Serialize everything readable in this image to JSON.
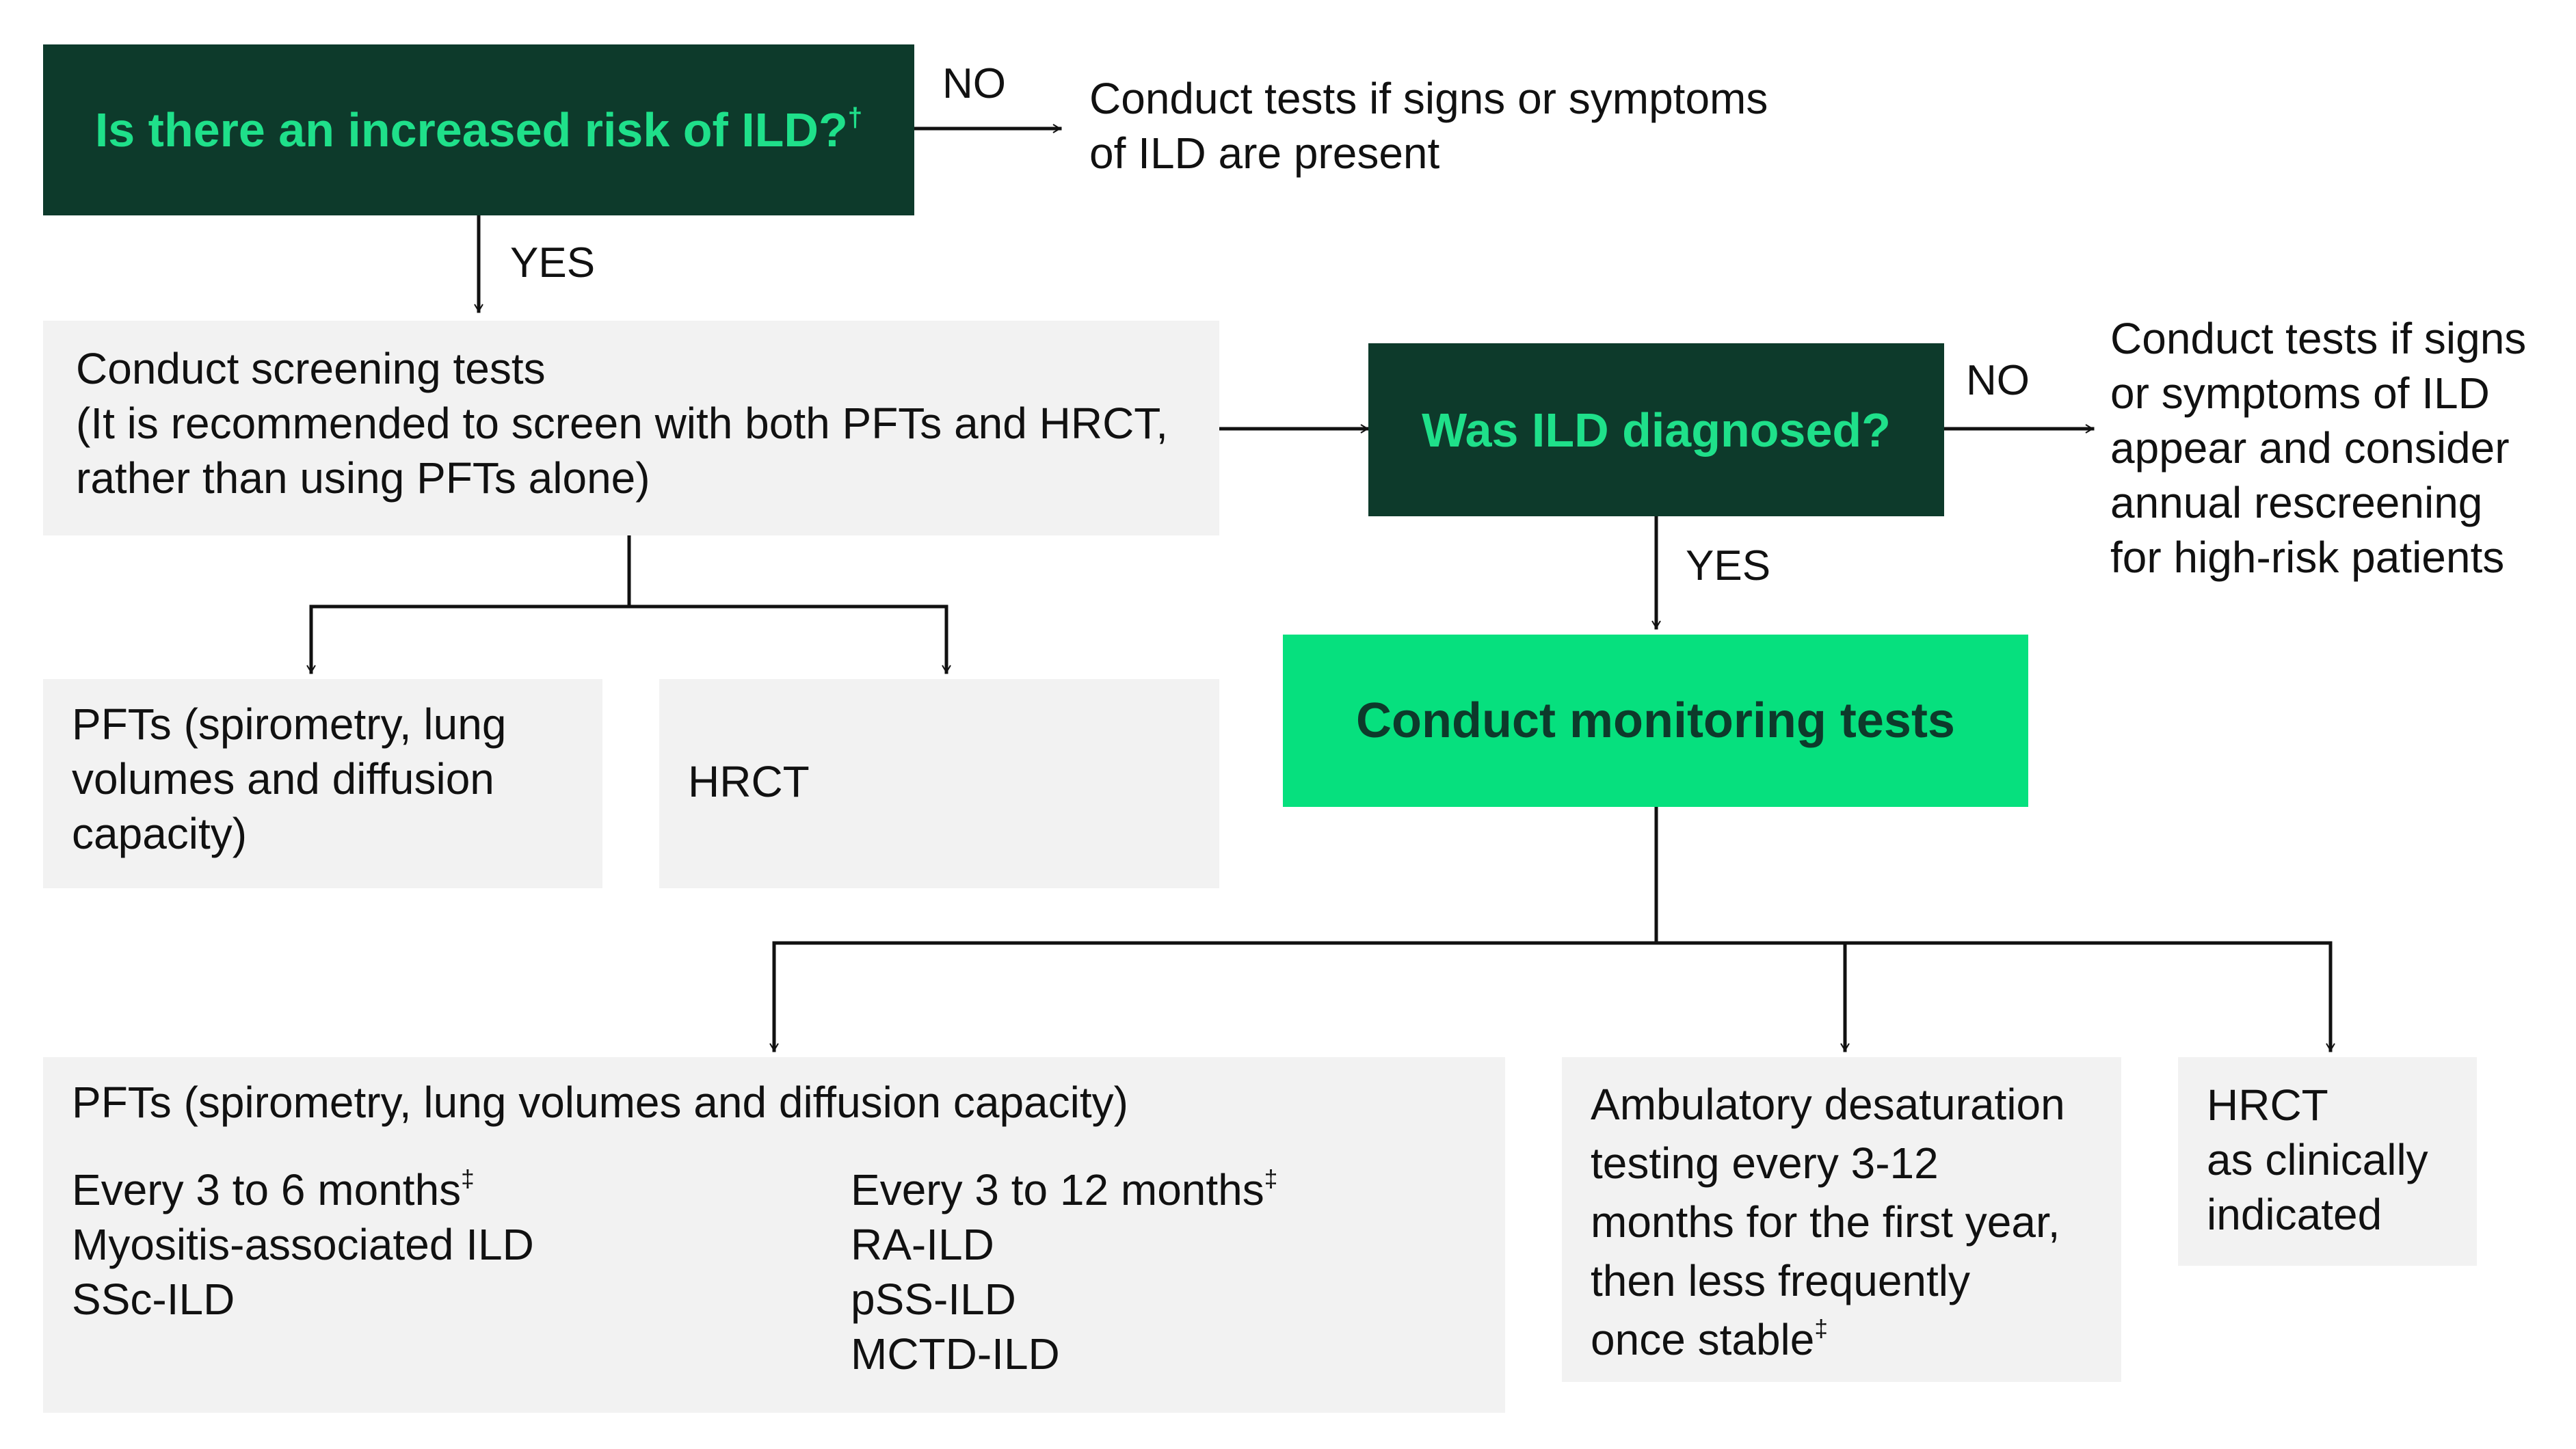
{
  "q1": {
    "title": "Is there an increased risk of ILD?",
    "mark": "†"
  },
  "no1": {
    "label": "NO",
    "text": "Conduct tests if signs or symptoms\nof ILD are present"
  },
  "yes1": {
    "label": "YES"
  },
  "screening": {
    "text": "Conduct screening tests\n(It is recommended to screen with both PFTs and HRCT,\nrather than using PFTs alone)"
  },
  "screen_pfts": {
    "text": "PFTs (spirometry, lung\nvolumes and diffusion\ncapacity)"
  },
  "screen_hrct": {
    "text": "HRCT"
  },
  "q2": {
    "title": "Was ILD diagnosed?"
  },
  "no2": {
    "label": "NO",
    "text": "Conduct tests if signs\nor symptoms of ILD\nappear and consider\nannual rescreening\nfor high-risk patients"
  },
  "yes2": {
    "label": "YES"
  },
  "monitoring": {
    "title": "Conduct monitoring tests"
  },
  "mon_pfts": {
    "header": "PFTs (spirometry, lung volumes and diffusion capacity)",
    "left_heading": "Every 3 to 6 months",
    "left_mark": "‡",
    "left_items": "Myositis-associated ILD\nSSc-ILD",
    "right_heading": "Every 3 to 12 months",
    "right_mark": "‡",
    "right_items": "RA-ILD\npSS-ILD\nMCTD-ILD"
  },
  "mon_ambulatory": {
    "text": "Ambulatory desaturation\ntesting every 3-12\nmonths for the first year,\nthen less frequently\nonce stable",
    "mark": "‡"
  },
  "mon_hrct": {
    "text": "HRCT\nas clinically\nindicated"
  },
  "colors": {
    "dark_box": "#0d3a2b",
    "dark_box_text": "#1fe08a",
    "bright_box": "#06e07e",
    "grey_box": "#f2f2f2"
  }
}
